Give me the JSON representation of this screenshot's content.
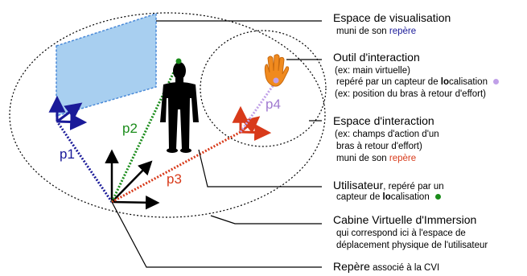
{
  "labels": {
    "visu_title": "Espace de visualisation",
    "visu_sub_a": "muni de son ",
    "visu_sub_b": "repère",
    "outil_title": "Outil d'interaction",
    "outil_l1": "(ex: main virtuelle)",
    "outil_l2a": "repéré par un capteur de ",
    "outil_l2b": "lo",
    "outil_l2c": "calisation",
    "outil_l3": "(ex: position du bras à retour d'effort)",
    "inter_title": "Espace d'interaction",
    "inter_l1": "(ex: champs d'action d'un",
    "inter_l2": "bras à retour d'effort)",
    "inter_l3a": "muni de son ",
    "inter_l3b": "repère",
    "user_title": "Utilisateur",
    "user_rest": ", repéré par un",
    "user_l2a": "capteur de ",
    "user_l2b": "lo",
    "user_l2c": "calisation",
    "cvi_title": "Cabine Virtuelle d'Immersion",
    "cvi_l1": "qui correspond ici à l'espace de",
    "cvi_l2": "déplacement physique de l'utilisateur",
    "rep_title": "Repère",
    "rep_rest": " associé à la CVI"
  },
  "vectors": {
    "p1": "p1",
    "p2": "p2",
    "p3": "p3",
    "p4": "p4"
  },
  "colors": {
    "screen_fill": "#a8cff0",
    "screen_stroke": "#4a8ad8",
    "frame_blue": "#1a1a99",
    "frame_red": "#d83a1a",
    "vector_green": "#1a8c1a",
    "vector_violet": "#a07ad0",
    "hand": "#f08a1e",
    "silhouette": "#000000"
  },
  "icons": {
    "hand": "hand-icon",
    "user": "person-silhouette-icon"
  }
}
